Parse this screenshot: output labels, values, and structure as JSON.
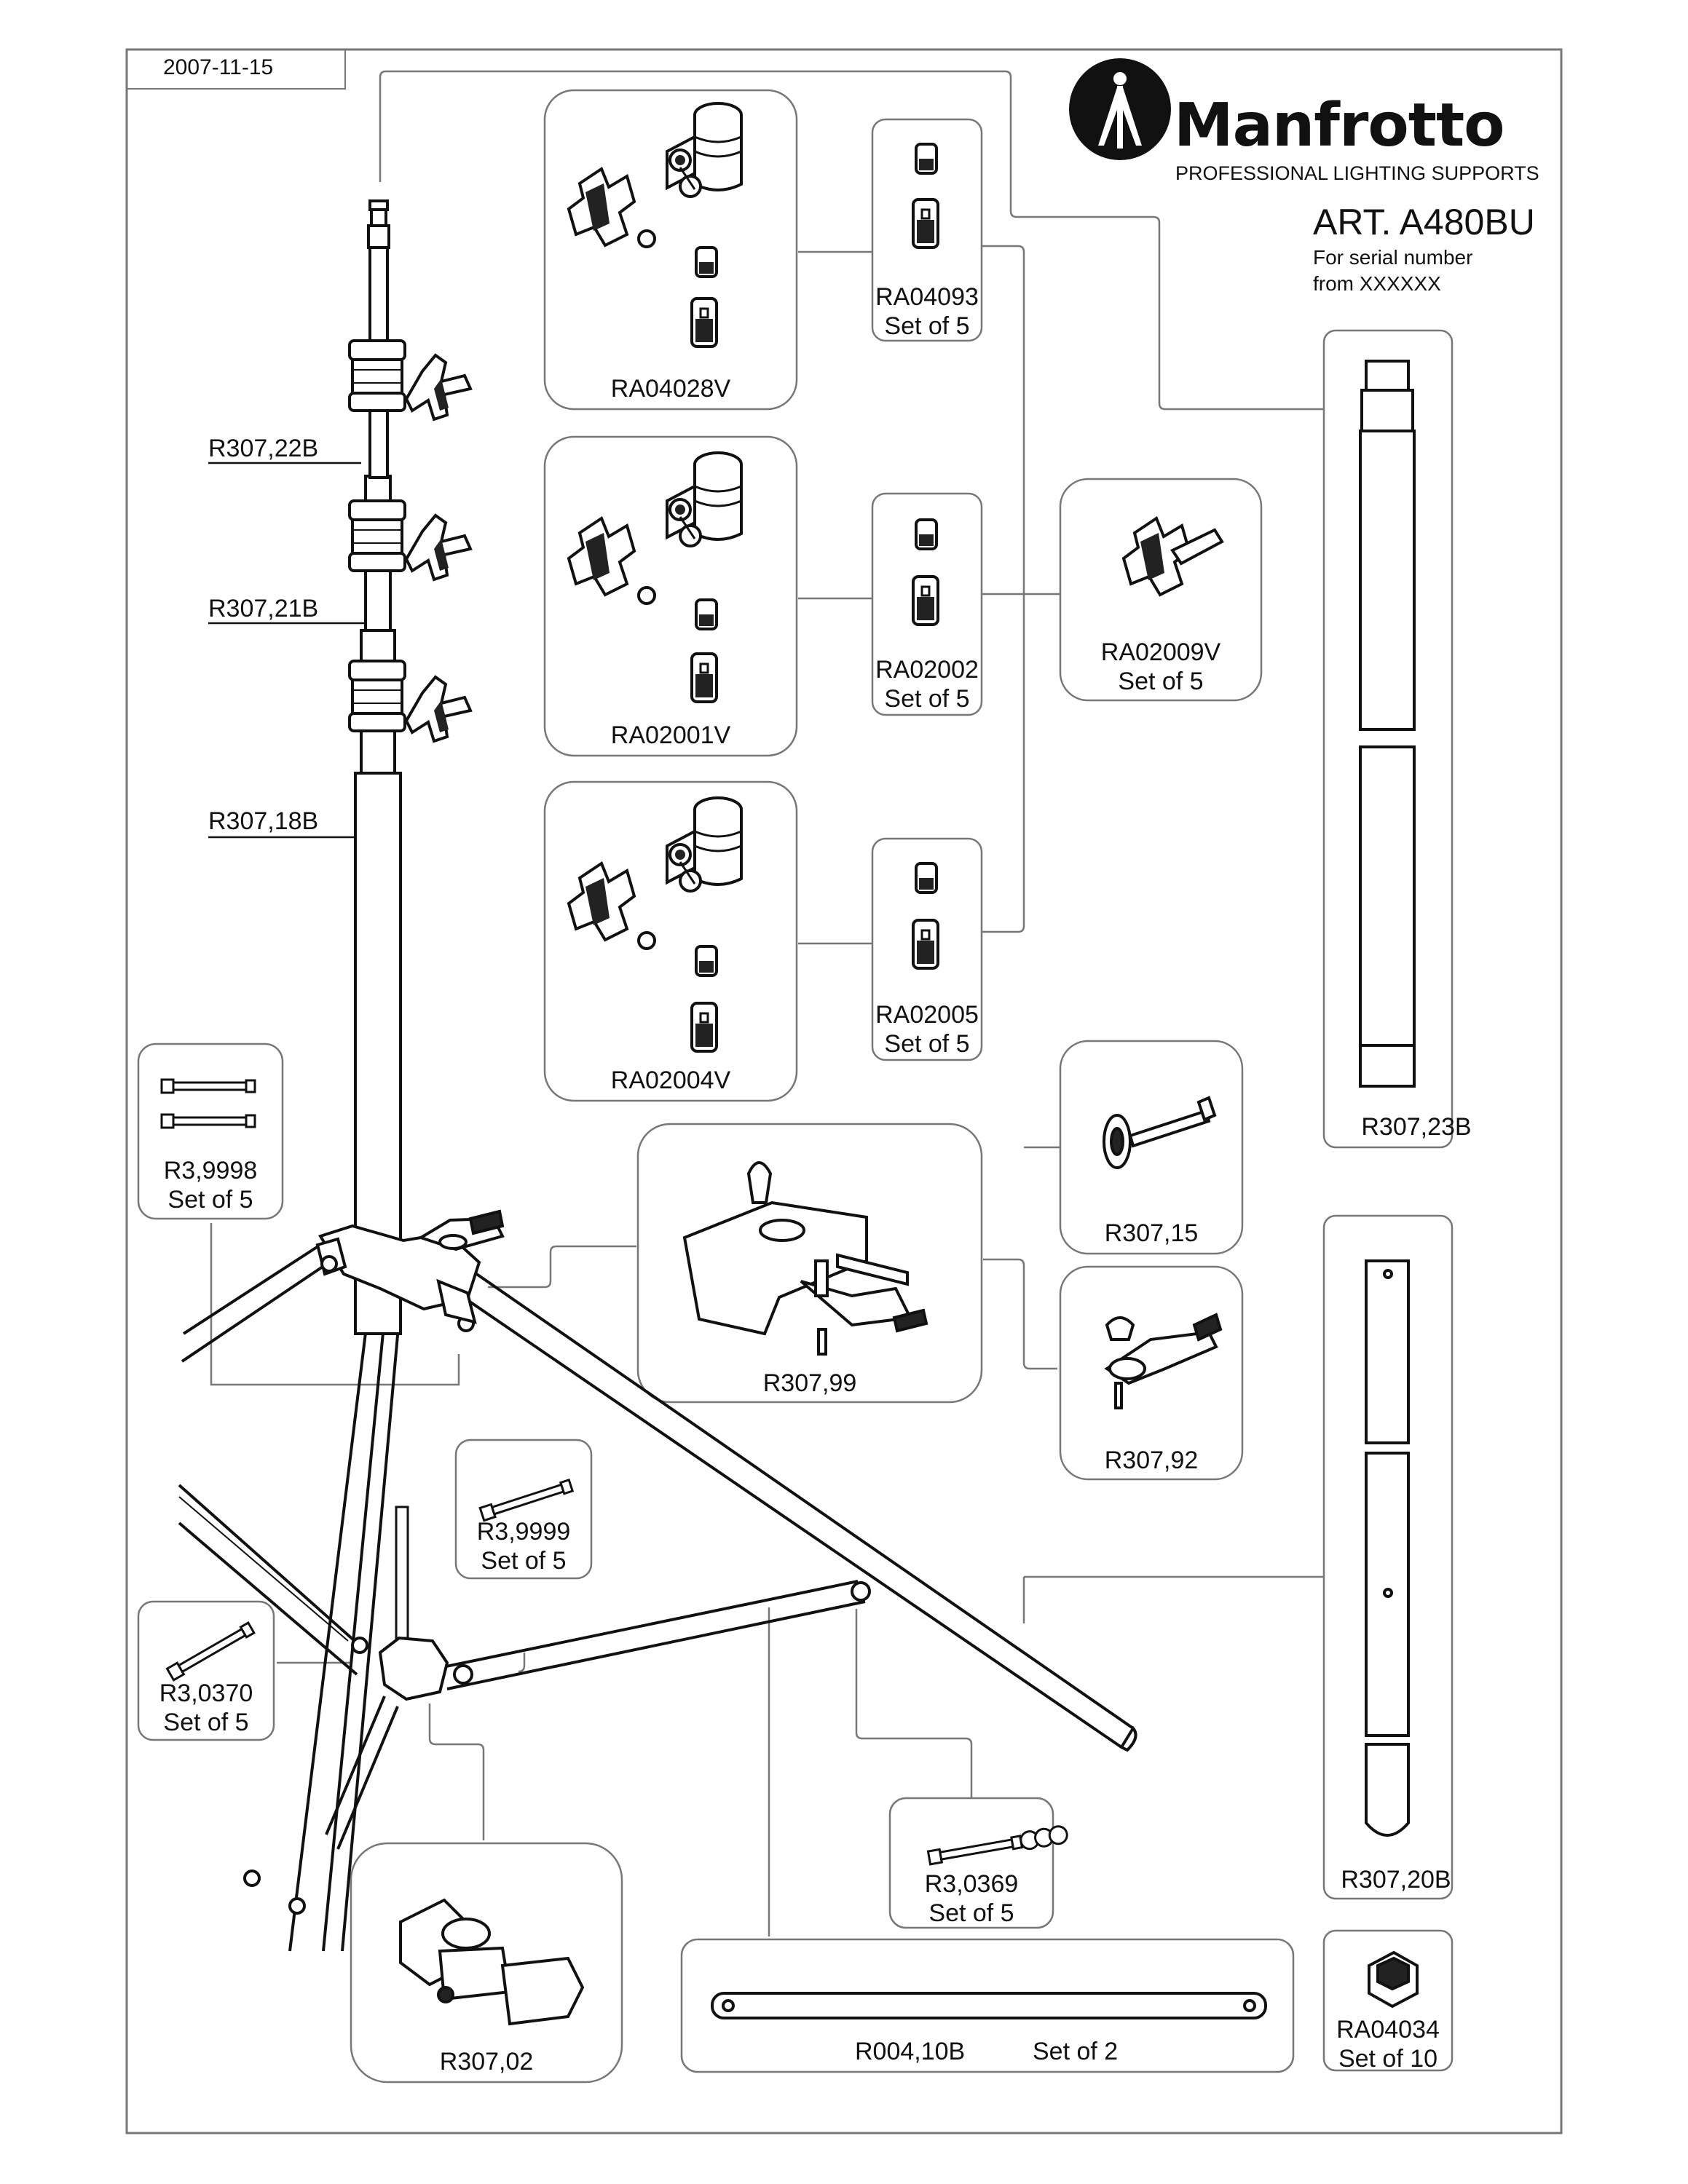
{
  "sheet": {
    "date": "2007-11-15",
    "brand": "Manfrotto",
    "tagline": "PROFESSIONAL LIGHTING SUPPORTS",
    "article": "ART. A480BU",
    "serial_line_1": "For serial number",
    "serial_line_2": "from XXXXXX"
  },
  "callouts": {
    "stand_upper": "R307,22B",
    "stand_middle": "R307,21B",
    "stand_lower": "R307,18B"
  },
  "parts": {
    "ra04028v": "RA04028V",
    "ra04093": "RA04093",
    "ra04093_set": "Set of 5",
    "ra02001v": "RA02001V",
    "ra02002": "RA02002",
    "ra02002_set": "Set of 5",
    "ra02009v": "RA02009V",
    "ra02009v_set": "Set of 5",
    "ra02004v": "RA02004V",
    "ra02005": "RA02005",
    "ra02005_set": "Set of 5",
    "r3_9998": "R3,9998",
    "r3_9998_set": "Set of 5",
    "r307_99": "R307,99",
    "r307_15": "R307,15",
    "r307_92": "R307,92",
    "r307_23b": "R307,23B",
    "r3_9999": "R3,9999",
    "r3_9999_set": "Set of 5",
    "r3_0370": "R3,0370",
    "r3_0370_set": "Set of 5",
    "r307_02": "R307,02",
    "r3_0369": "R3,0369",
    "r3_0369_set": "Set of 5",
    "r004_10b": "R004,10B",
    "r004_10b_set": "Set of 2",
    "r307_20b": "R307,20B",
    "ra04034": "RA04034",
    "ra04034_set": "Set of 10"
  },
  "colors": {
    "line": "#111111",
    "frame": "#777777",
    "fill_dark": "#222222",
    "fill_light": "#e6e6e6",
    "background": "#ffffff"
  }
}
